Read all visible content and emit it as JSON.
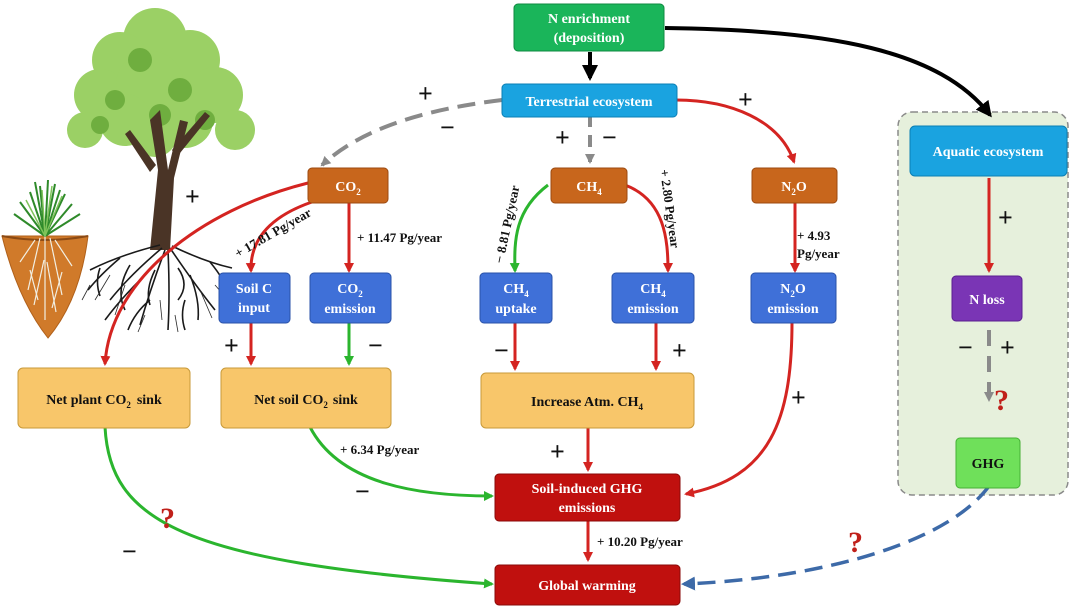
{
  "colors": {
    "green_box": "#1ab55a",
    "cyan_box": "#1aa3e0",
    "orange_box": "#c8661c",
    "blue_box": "#3f70d8",
    "tan_box": "#f8c66a",
    "red_box": "#c0100e",
    "purple_box": "#7a35b5",
    "lime_box": "#6fe05a",
    "red_arrow": "#d42421",
    "green_arrow": "#2bb52e",
    "gray_arrow": "#8a8a8a",
    "black_arrow": "#000000",
    "dashed_blue_arrow": "#3d6aa8",
    "aquatic_panel": "#e6f0dc"
  },
  "nodes": {
    "n_enrichment_line1": "N enrichment",
    "n_enrichment_line2": "(deposition)",
    "terrestrial": "Terrestrial ecosystem",
    "co2": "CO",
    "co2_sub": "2",
    "ch4": "CH",
    "ch4_sub": "4",
    "n2o_a": "N",
    "n2o_sub": "2",
    "n2o_b": "O",
    "soil_c_line1": "Soil C",
    "soil_c_line2": "input",
    "co2_emission_line1": "CO",
    "co2_emission_sub": "2",
    "co2_emission_line2": "emission",
    "ch4_uptake_line1": "CH",
    "ch4_uptake_sub": "4",
    "ch4_uptake_line2": "uptake",
    "ch4_emission_line1": "CH",
    "ch4_emission_sub": "4",
    "ch4_emission_line2": "emission",
    "n2o_emission_a": "N",
    "n2o_emission_sub": "2",
    "n2o_emission_b": "O",
    "n2o_emission_line2": "emission",
    "net_plant_a": "Net plant CO",
    "net_plant_sub": "2",
    "net_plant_b": "sink",
    "net_soil_a": "Net soil CO",
    "net_soil_sub": "2",
    "net_soil_b": "sink",
    "increase_ch4_a": "Increase Atm. CH",
    "increase_ch4_sub": "4",
    "soil_ghg_line1": "Soil-induced GHG",
    "soil_ghg_line2": "emissions",
    "global_warming": "Global warming",
    "aquatic": "Aquatic ecosystem",
    "n_loss": "N loss",
    "ghg": "GHG"
  },
  "labels": {
    "flux_soil_c": "+ 17.81 Pg/year",
    "flux_co2_emission": "+ 11.47 Pg/year",
    "flux_ch4_uptake": "− 8.81 Pg/year",
    "flux_ch4_emission": "+ 2.80 Pg/year",
    "flux_n2o_line1": "+ 4.93",
    "flux_n2o_line2": "Pg/year",
    "flux_net_soil": "+ 6.34  Pg/year",
    "flux_global": "+ 10.20 Pg/year"
  },
  "signs": {
    "plus": "+",
    "minus": "−",
    "question": "?"
  }
}
